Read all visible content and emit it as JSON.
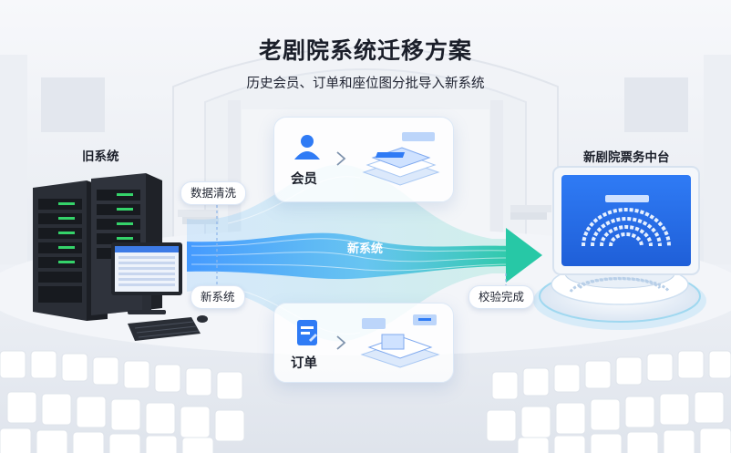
{
  "title": "老剧院系统迁移方案",
  "subtitle": "历史会员、订单和座位图分批导入新系统",
  "old_system": {
    "label": "旧系统"
  },
  "new_platform": {
    "label": "新剧院票务中台"
  },
  "flow": {
    "center_label": "新系统",
    "data_clean": "数据清洗",
    "new_system_tag": "新系统",
    "verify_done": "校验完成"
  },
  "modules": [
    {
      "label": "会员",
      "icon": "member-icon"
    },
    {
      "label": "订单",
      "icon": "order-icon"
    }
  ],
  "colors": {
    "flow_start": "#2b8cff",
    "flow_end": "#27c8a6",
    "accent": "#2f7bf5"
  }
}
